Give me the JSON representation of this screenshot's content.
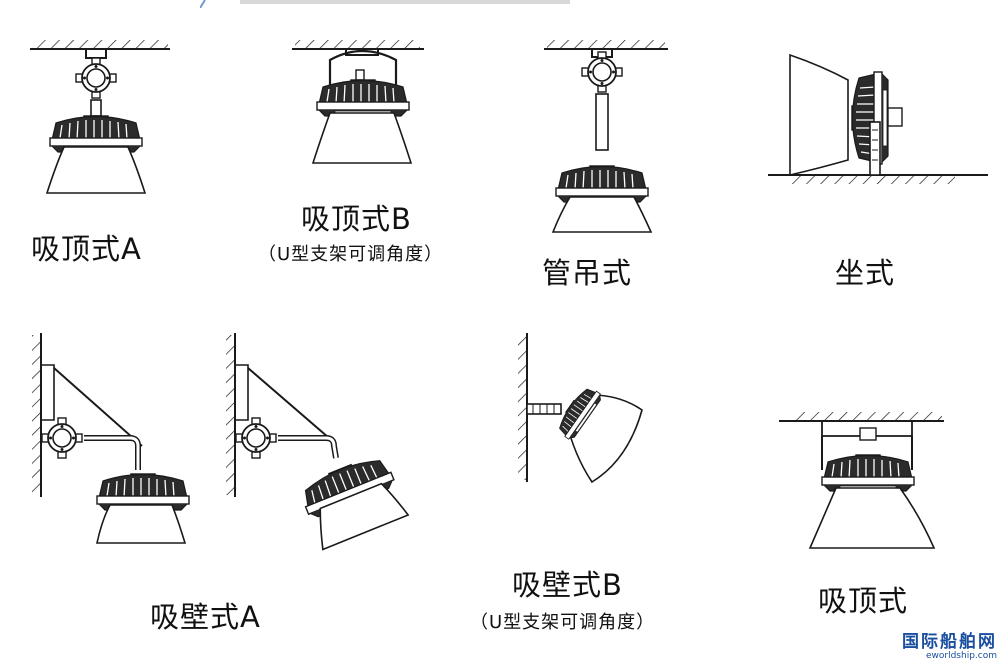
{
  "labels": {
    "ceiling_a": "吸顶式A",
    "ceiling_b": "吸顶式B",
    "ceiling_b_note": "（U型支架可调角度）",
    "pipe": "管吊式",
    "seat": "坐式",
    "wall_a": "吸壁式A",
    "wall_b": "吸壁式B",
    "wall_b_note": "（U型支架可调角度）",
    "ceiling": "吸顶式"
  },
  "watermark": {
    "title": "国际船舶网",
    "url": "eworldship.com"
  },
  "colors": {
    "line": "#1a1a1a",
    "fill": "#2b2b2b",
    "watermark": "#1a4fa0"
  }
}
